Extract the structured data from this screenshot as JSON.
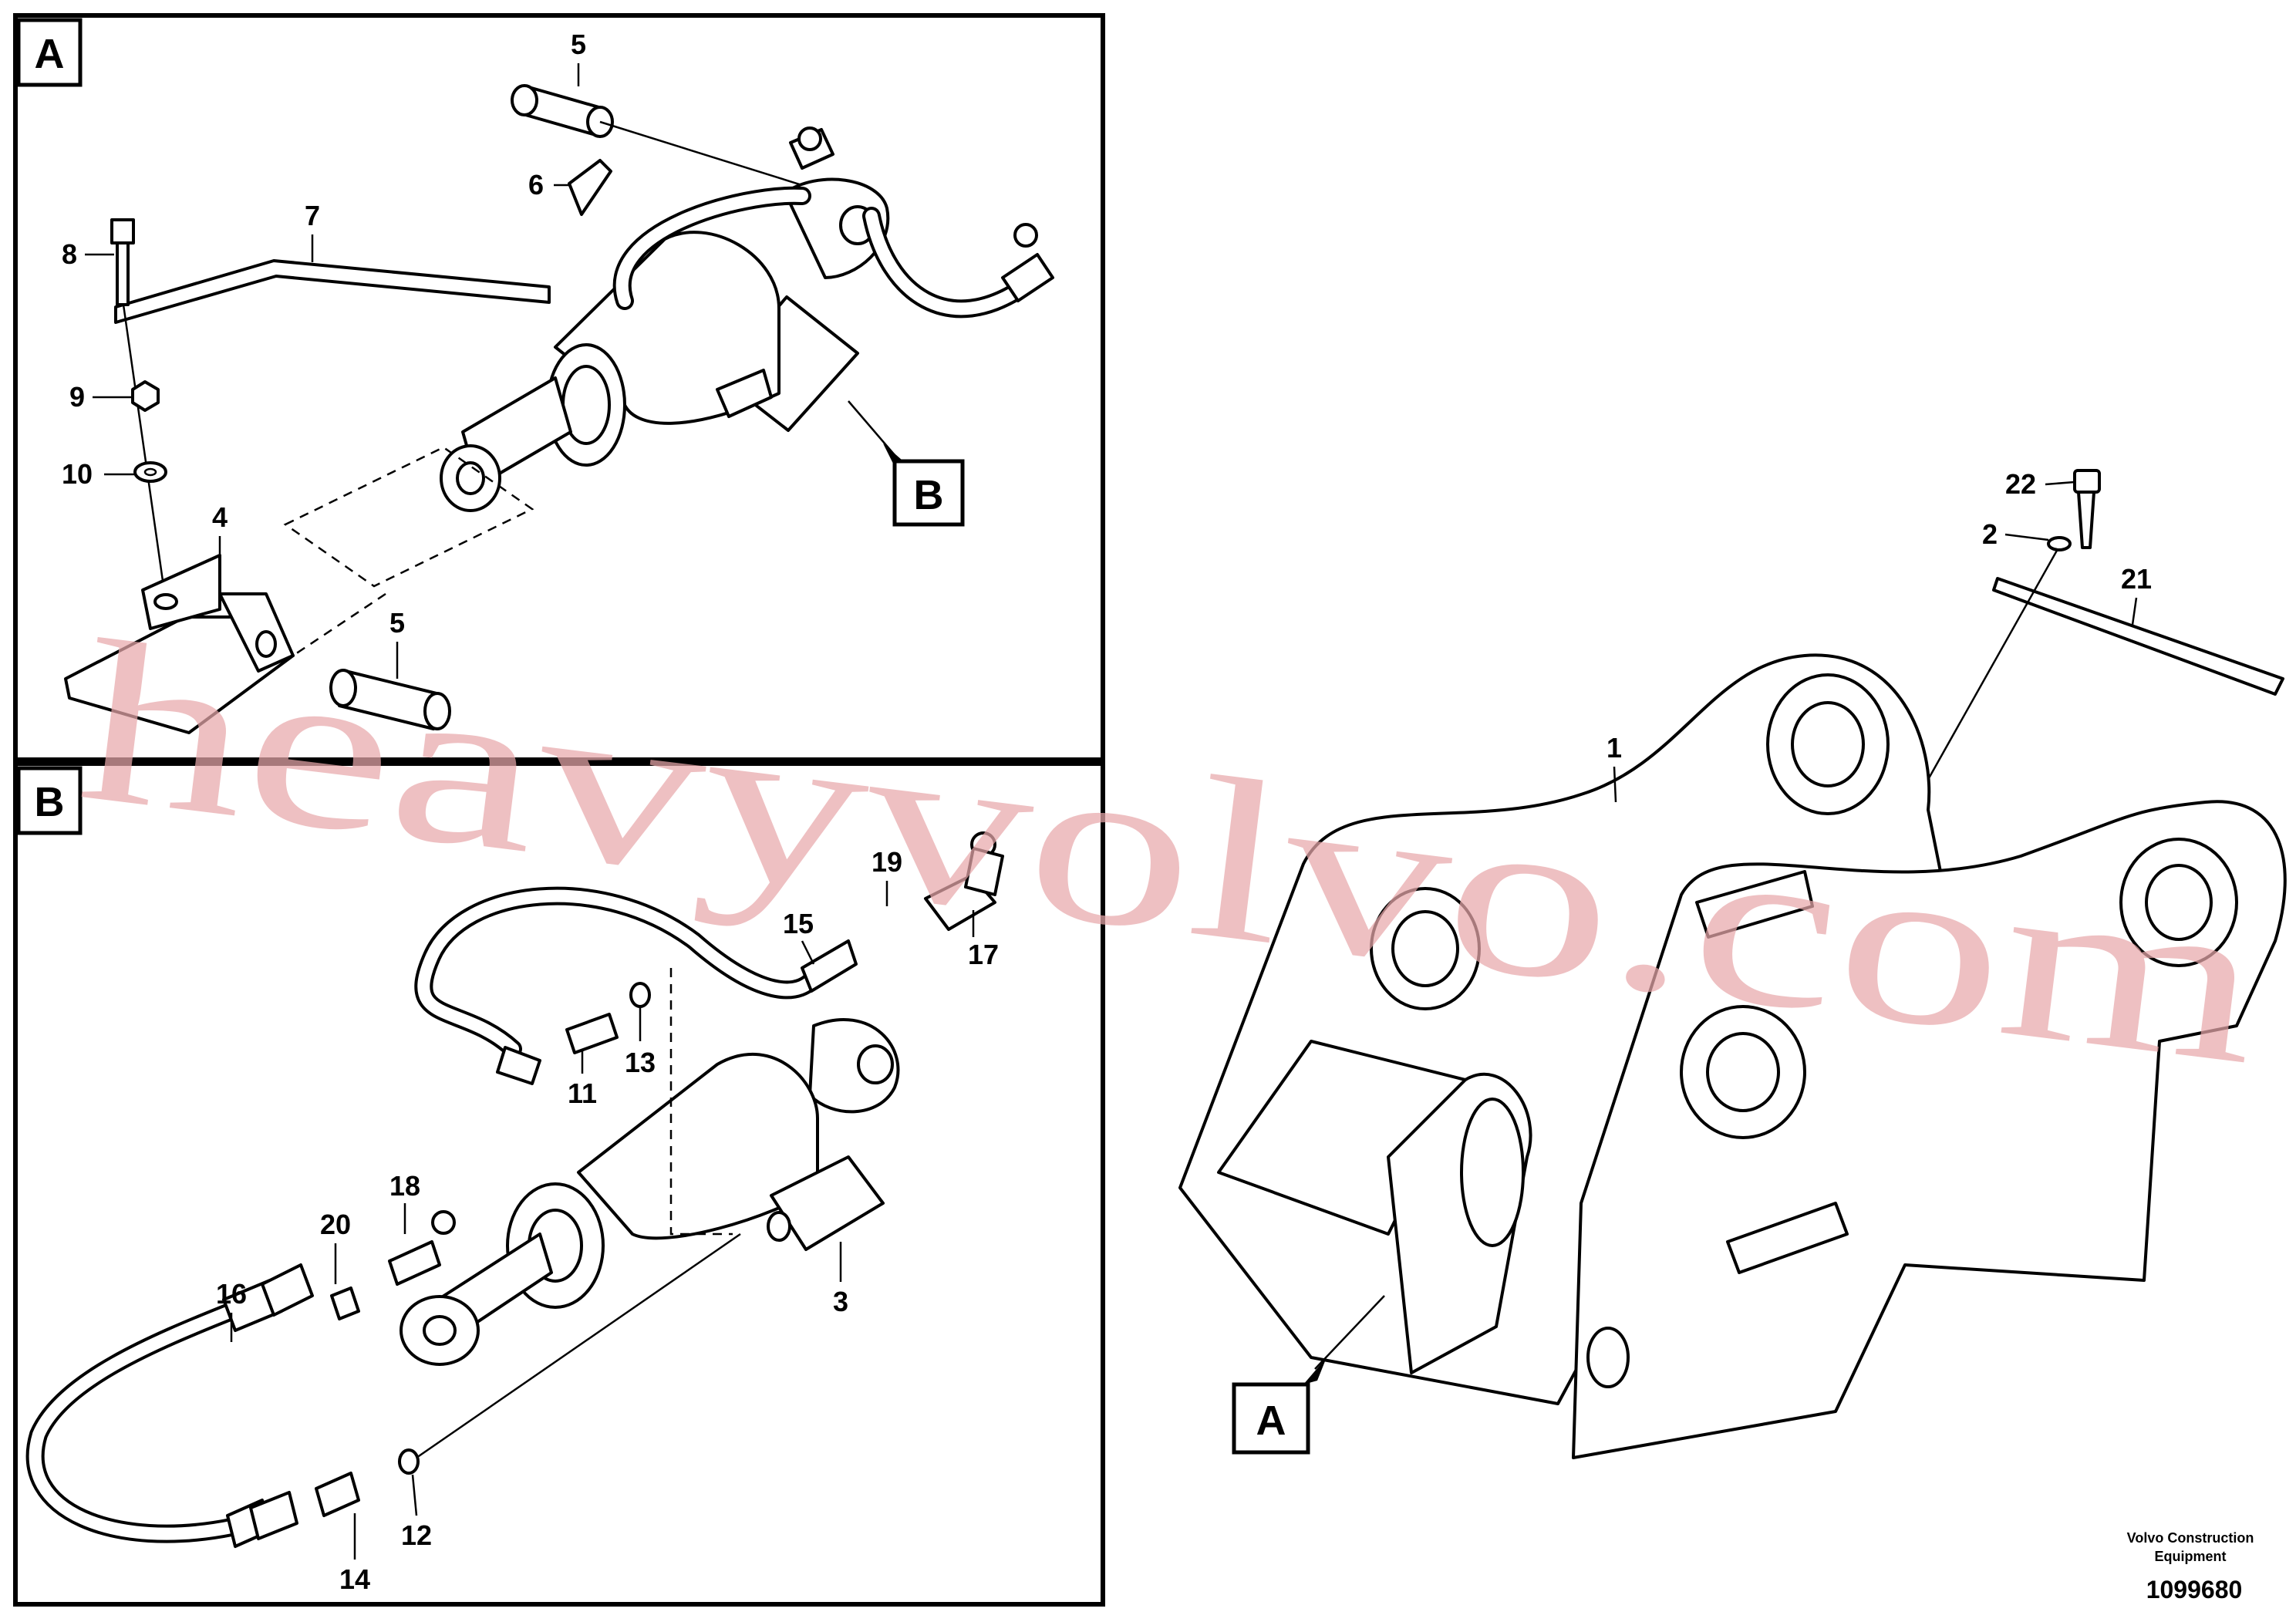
{
  "sections": {
    "a_label": "A",
    "b_label": "B",
    "main_ref_a": "A",
    "pointer_b": "B"
  },
  "callouts": {
    "c5_top": "5",
    "c6": "6",
    "c7": "7",
    "c8": "8",
    "c9": "9",
    "c10": "10",
    "c4": "4",
    "c5_bottom": "5",
    "c19": "19",
    "c15": "15",
    "c17": "17",
    "c13": "13",
    "c11": "11",
    "c18": "18",
    "c20": "20",
    "c16": "16",
    "c3": "3",
    "c12": "12",
    "c14": "14",
    "c22": "22",
    "c2": "2",
    "c21": "21",
    "c1": "1"
  },
  "watermark": "heavyvolvo.com",
  "footer": {
    "company_line1": "Volvo Construction",
    "company_line2": "Equipment",
    "drawing_number": "1099680"
  }
}
